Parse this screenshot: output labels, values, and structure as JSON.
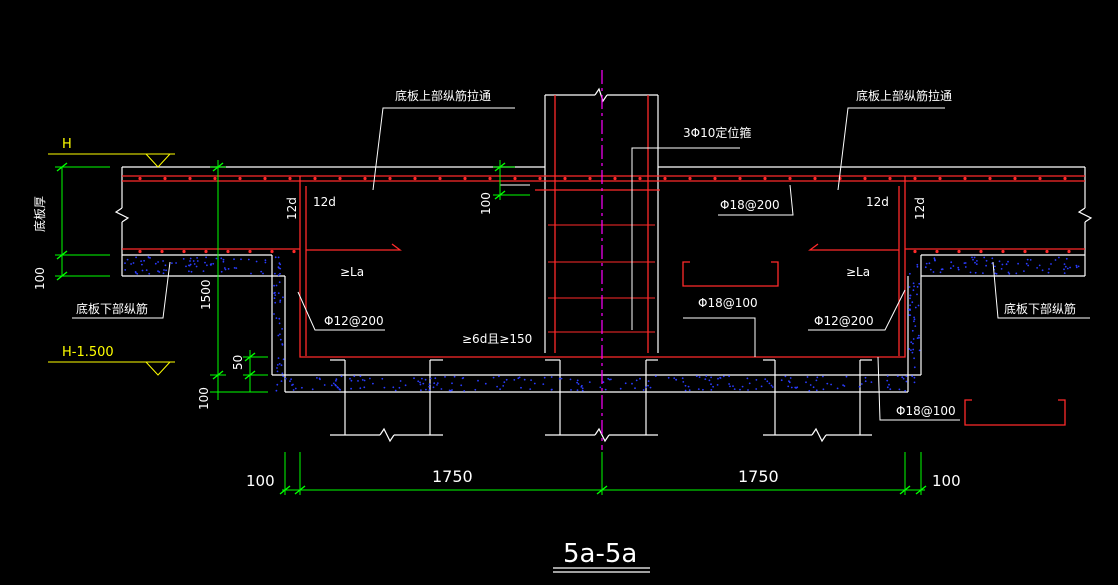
{
  "colors": {
    "background": "#000000",
    "outline": "#ffffff",
    "rebar": "#ff2a2a",
    "dimension": "#00ff00",
    "elevation": "#ffff00",
    "centerline": "#ff00ff",
    "cushion": "#2030ff"
  },
  "labels": {
    "top_rebar_anchor_left": "底板上部纵筋拉通",
    "top_rebar_anchor_right": "底板上部纵筋拉通",
    "stirrup_note": "3Φ10定位箍",
    "slab_thickness": "底板厚",
    "bottom_rebar_left": "底板下部纵筋",
    "bottom_rebar_right": "底板下部纵筋",
    "lap_12d_left_h": "12d",
    "lap_12d_left_v": "12d",
    "lap_12d_right_h": "12d",
    "lap_12d_right_v": "12d",
    "dim_100_inner": "100",
    "rebar_phi18_200": "Φ18@200",
    "la_left": "≥La",
    "la_right": "≥La",
    "rebar_phi12_200_left": "Φ12@200",
    "rebar_phi12_200_right": "Φ12@200",
    "rebar_phi18_100_mid": "Φ18@100",
    "rebar_phi18_100_bottom": "Φ18@100",
    "anchor_note": "≥6d且≥150",
    "dim_1500": "1500",
    "dim_50": "50",
    "dim_100_left_top": "100",
    "dim_100_left_bottom": "100",
    "dim_100_bottom_left": "100",
    "dim_1750_left": "1750",
    "dim_1750_right": "1750",
    "dim_100_bottom_right": "100",
    "elevation_top": "H",
    "elevation_bottom": "H-1.500",
    "section_title": "5a-5a"
  }
}
